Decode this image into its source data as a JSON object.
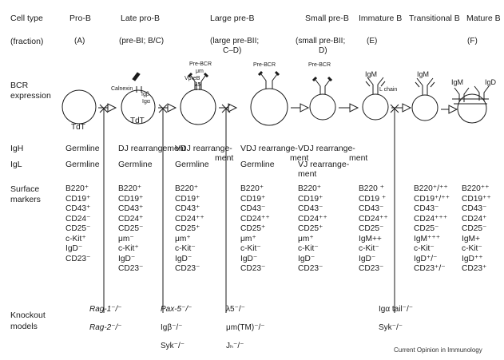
{
  "row_labels": {
    "cell_type": "Cell type",
    "fraction": "(fraction)",
    "bcr": [
      "BCR",
      "expression"
    ],
    "igh": "IgH",
    "igl": "IgL",
    "surface": [
      "Surface",
      "markers"
    ],
    "knockout": [
      "Knockout",
      "models"
    ]
  },
  "stages": [
    {
      "name": "Pro-B",
      "fraction": [
        "(A)"
      ]
    },
    {
      "name": "Late pro-B",
      "fraction": [
        "(pre-BI; B/C)"
      ]
    },
    {
      "name": "Large pre-B",
      "fraction": [
        "(large pre-BII;",
        "C–D)"
      ]
    },
    {
      "name": "Small pre-B",
      "fraction": [
        "(small pre-BII;",
        "D)"
      ]
    },
    {
      "name": "Immature B",
      "fraction": [
        "(E)"
      ]
    },
    {
      "name": "Transitional B",
      "fraction": []
    },
    {
      "name": "Mature B",
      "fraction": [
        "(F)"
      ]
    }
  ],
  "bcr_labels": {
    "tdt_1": "TdT",
    "tdt_2": "TdT",
    "calnexin": "Calnexin",
    "igb": "Igβ",
    "iga": "Igα",
    "pre_bcr_1": "Pre-BCR",
    "pre_bcr_2": "Pre-BCR",
    "pre_bcr_3": "Pre-BCR",
    "mu": "μm",
    "vpreb": "VpreB",
    "lambda5": "λ5",
    "igm_1": "IgM",
    "igm_2": "IgM",
    "igm_3": "IgM",
    "igd": "IgD",
    "l_chain": "L chain"
  },
  "igh": [
    "Germline",
    "DJ rearrangement",
    "VDJ rearrange-",
    "VDJ rearrange-",
    "VDJ rearrange-"
  ],
  "igh_cont": [
    "ment",
    "ment",
    "ment"
  ],
  "igl": [
    "Germline",
    "Germline",
    "Germline",
    "Germline",
    "VJ rearrange-"
  ],
  "igl_cont": "ment",
  "markers": [
    [],
    [
      "B220⁺",
      "CD19⁺",
      "CD43⁺",
      "CD24⁻",
      "CD25⁻",
      "c-Kit⁺",
      "IgD⁻",
      "CD23⁻"
    ],
    [
      "B220⁺",
      "CD19⁺",
      "CD43⁺",
      "CD24⁺",
      "CD25⁻",
      "μm⁻",
      "c-Kit⁺",
      "IgD⁻",
      "CD23⁻"
    ],
    [
      "B220⁺",
      "CD19⁺",
      "CD43⁺",
      "CD24⁺⁺",
      "CD25⁺",
      "μm⁺",
      "c-Kit⁻",
      "IgD⁻",
      "CD23⁻"
    ],
    [
      "B220⁺",
      "CD19⁺",
      "CD43⁻",
      "CD24⁺⁺",
      "CD25⁺",
      "μm⁺",
      "c-Kit⁻",
      "IgD⁻",
      "CD23⁻"
    ],
    [
      "B220⁺",
      "CD19⁺",
      "CD43⁻",
      "CD24⁺⁺",
      "CD25⁺",
      "μm⁺",
      "c-Kit⁻",
      "IgD⁻",
      "CD23⁻"
    ],
    [
      "B220 ⁺",
      "CD19 ⁺",
      "CD43⁻",
      "CD24⁺⁺",
      "CD25⁻",
      "IgM++",
      "c-Kit⁻",
      "IgD⁻",
      "CD23⁻"
    ],
    [
      "B220⁺/⁺⁺",
      "CD19⁺/⁺⁺",
      "CD43⁻",
      "CD24⁺⁺⁺",
      "CD25⁻",
      "IgM⁺⁺⁺",
      "c-Kit⁻",
      "IgD⁺/⁻",
      "CD23⁺/⁻"
    ],
    [
      "B220⁺⁺",
      "CD19⁺⁺",
      "CD43⁻",
      "CD24⁺",
      "CD25⁻",
      "IgM+",
      "c-Kit⁻",
      "IgD⁺⁺",
      "CD23⁺"
    ]
  ],
  "knockout": {
    "a": [
      "Rag-1⁻/⁻",
      "Rag-2⁻/⁻"
    ],
    "b": [
      "Pax-5⁻/⁻",
      "Igβ⁻/⁻",
      "Syk⁻/⁻"
    ],
    "c": [
      "λ5⁻/⁻",
      "μm(TM)⁻/⁻",
      "Jₕ⁻/⁻"
    ],
    "d": [
      "Igα tail⁻/⁻",
      "Syk⁻/⁻"
    ]
  },
  "footer": "Current Opinion in Immunology"
}
